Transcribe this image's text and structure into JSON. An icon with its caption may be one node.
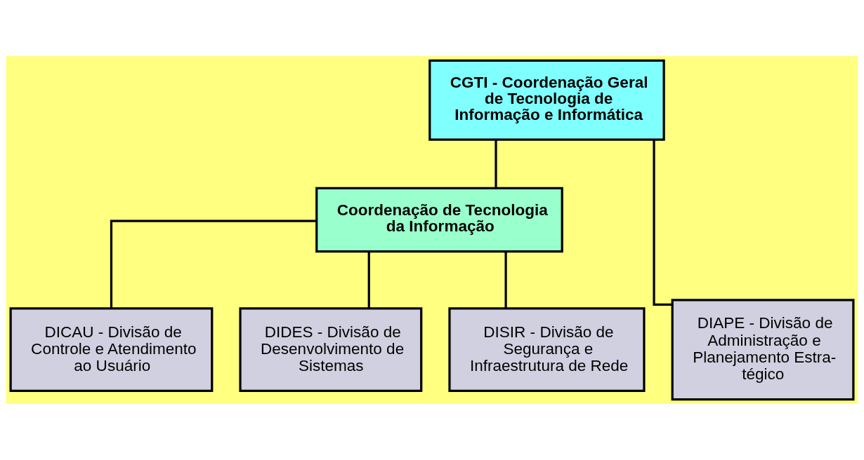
{
  "diagram": {
    "nodes": [
      {
        "text": [
          "CGTI - Coordenação Geral de Tecnologia de Informação e Informática"
        ]
      },
      {
        "text": [
          "Coordenação de Tecnologia da Informação"
        ]
      },
      {
        "text": [
          "DIAPE - Divisão de Administração e Planejamento Estra- tégico"
        ]
      },
      {
        "text": [
          "DICAU - Divisão de Controle e Atendimento ao Usuário"
        ]
      },
      {
        "text": [
          "DIDES - Divisão de Desenvolvimento de Sistemas"
        ]
      },
      {
        "text": [
          "DISIR - Divisão de Segurança e Infraestrutura de Rede"
        ]
      }
    ],
    "edges": [
      {
        "from": 0,
        "to": 2,
        "arrow": "none"
      },
      {
        "from": 0,
        "to": 1,
        "arrow": "none"
      },
      {
        "from": 1,
        "to": 3,
        "arrow": "none"
      },
      {
        "from": 1,
        "to": 4,
        "arrow": "none"
      },
      {
        "from": 1,
        "to": 5,
        "arrow": "none"
      }
    ]
  }
}
